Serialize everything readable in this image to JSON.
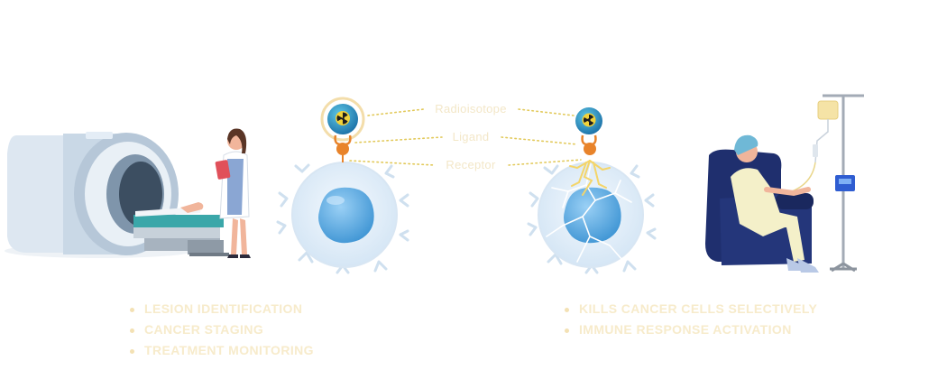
{
  "labels": {
    "radioisotope": "Radioisotope",
    "ligand": "Ligand",
    "receptor": "Receptor"
  },
  "diagnosis_benefits": [
    "LESION IDENTIFICATION",
    "CANCER STAGING",
    "TREATMENT MONITORING"
  ],
  "therapy_benefits": [
    "KILLS CANCER CELLS SELECTIVELY",
    "IMMUNE RESPONSE ACTIVATION"
  ],
  "icons": {
    "radiation": "radiation-trefoil-icon"
  },
  "colors": {
    "label_text": "#f3e7c8",
    "dotted_line": "#e2c95a",
    "cell_nucleus": "#5aa9e0",
    "ligand_orange": "#e8832a",
    "armchair": "#1f2f6e"
  }
}
